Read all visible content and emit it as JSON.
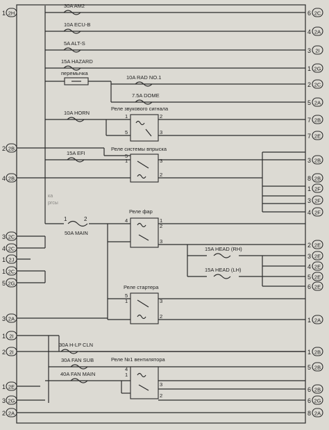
{
  "left_connectors": [
    {
      "pin": "1",
      "conn": "2H"
    },
    {
      "pin": "2",
      "conn": "2B"
    },
    {
      "pin": "4",
      "conn": "2B"
    },
    {
      "pin": "3",
      "conn": "2C"
    },
    {
      "pin": "4",
      "conn": "2C"
    },
    {
      "pin": "1",
      "conn": "2J"
    },
    {
      "pin": "1",
      "conn": "2C"
    },
    {
      "pin": "5",
      "conn": "2G"
    },
    {
      "pin": "3",
      "conn": "2A"
    },
    {
      "pin": "1",
      "conn": "2I"
    },
    {
      "pin": "2",
      "conn": "2I"
    },
    {
      "pin": "1",
      "conn": "2E"
    },
    {
      "pin": "3",
      "conn": "2G"
    },
    {
      "pin": "2",
      "conn": "2A"
    }
  ],
  "right_connectors": [
    {
      "pin": "6",
      "conn": "2C"
    },
    {
      "pin": "4",
      "conn": "2A"
    },
    {
      "pin": "3",
      "conn": "2I"
    },
    {
      "pin": "1",
      "conn": "2G"
    },
    {
      "pin": "2",
      "conn": "2C"
    },
    {
      "pin": "5",
      "conn": "2A"
    },
    {
      "pin": "7",
      "conn": "2B"
    },
    {
      "pin": "7",
      "conn": "2E"
    },
    {
      "pin": "3",
      "conn": "2B"
    },
    {
      "pin": "8",
      "conn": "2B"
    },
    {
      "pin": "1",
      "conn": "2F"
    },
    {
      "pin": "3",
      "conn": "2F"
    },
    {
      "pin": "4",
      "conn": "2F"
    },
    {
      "pin": "2",
      "conn": "2E"
    },
    {
      "pin": "3",
      "conn": "2E"
    },
    {
      "pin": "4",
      "conn": "2E"
    },
    {
      "pin": "5",
      "conn": "2E"
    },
    {
      "pin": "6",
      "conn": "2E"
    },
    {
      "pin": "1",
      "conn": "2A"
    },
    {
      "pin": "1",
      "conn": "2B"
    },
    {
      "pin": "5",
      "conn": "2B"
    },
    {
      "pin": "6",
      "conn": "2B"
    },
    {
      "pin": "6",
      "conn": "2G"
    },
    {
      "pin": "8",
      "conn": "2A"
    }
  ],
  "fuses": [
    "30A AM2",
    "10A ECU-B",
    "5A ALT-S",
    "15A HAZARD",
    "10A RAD NO.1",
    "7.5A DOME",
    "10A HORN",
    "15A EFI",
    "50A MAIN",
    "15A HEAD (RH)",
    "15A HEAD (LH)",
    "30A H-LP CLN",
    "30A FAN SUB",
    "40A FAN MAIN"
  ],
  "jumper": "перемычка",
  "relays": [
    {
      "name": "Реле звукового сигнала",
      "pins": [
        "1",
        "2",
        "5",
        "3"
      ]
    },
    {
      "name": "Реле системы впрыска",
      "pins": [
        "5",
        "1",
        "3",
        "2"
      ]
    },
    {
      "name": "Реле фар",
      "pins": [
        "4",
        "1",
        "2",
        "3"
      ]
    },
    {
      "name": "Реле стартера",
      "pins": [
        "5",
        "1",
        "3",
        "2"
      ]
    },
    {
      "name": "Реле №1 вентилятора",
      "pins": [
        "4",
        "1",
        "3",
        "2"
      ]
    }
  ],
  "main_fuse_pins": [
    "1",
    "2"
  ],
  "margin_note": [
    "ка",
    "ргсы"
  ]
}
